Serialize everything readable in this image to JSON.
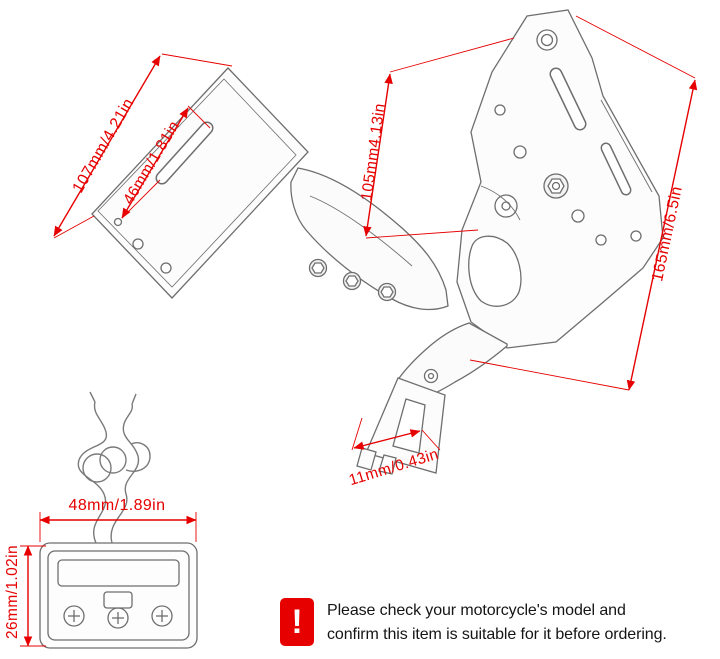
{
  "colors": {
    "dimension_red": "#e60000",
    "line_art_gray": "#6e6e6e",
    "warning_text": "#151515",
    "background": "#ffffff"
  },
  "dimensions": {
    "plate_diagonal": "107mm/4.21in",
    "plate_slot": "46mm/1.81in",
    "bracket_upper": "105mm4.13in",
    "bracket_overall": "165mm/6.5in",
    "clamp_bore": "11mm/0.43in",
    "light_width": "48mm/1.89in",
    "light_height": "26mm/1.02in"
  },
  "warning": {
    "icon": "!",
    "line1": "Please check your motorcycle's model and",
    "line2": "confirm this item is suitable for it before ordering."
  }
}
